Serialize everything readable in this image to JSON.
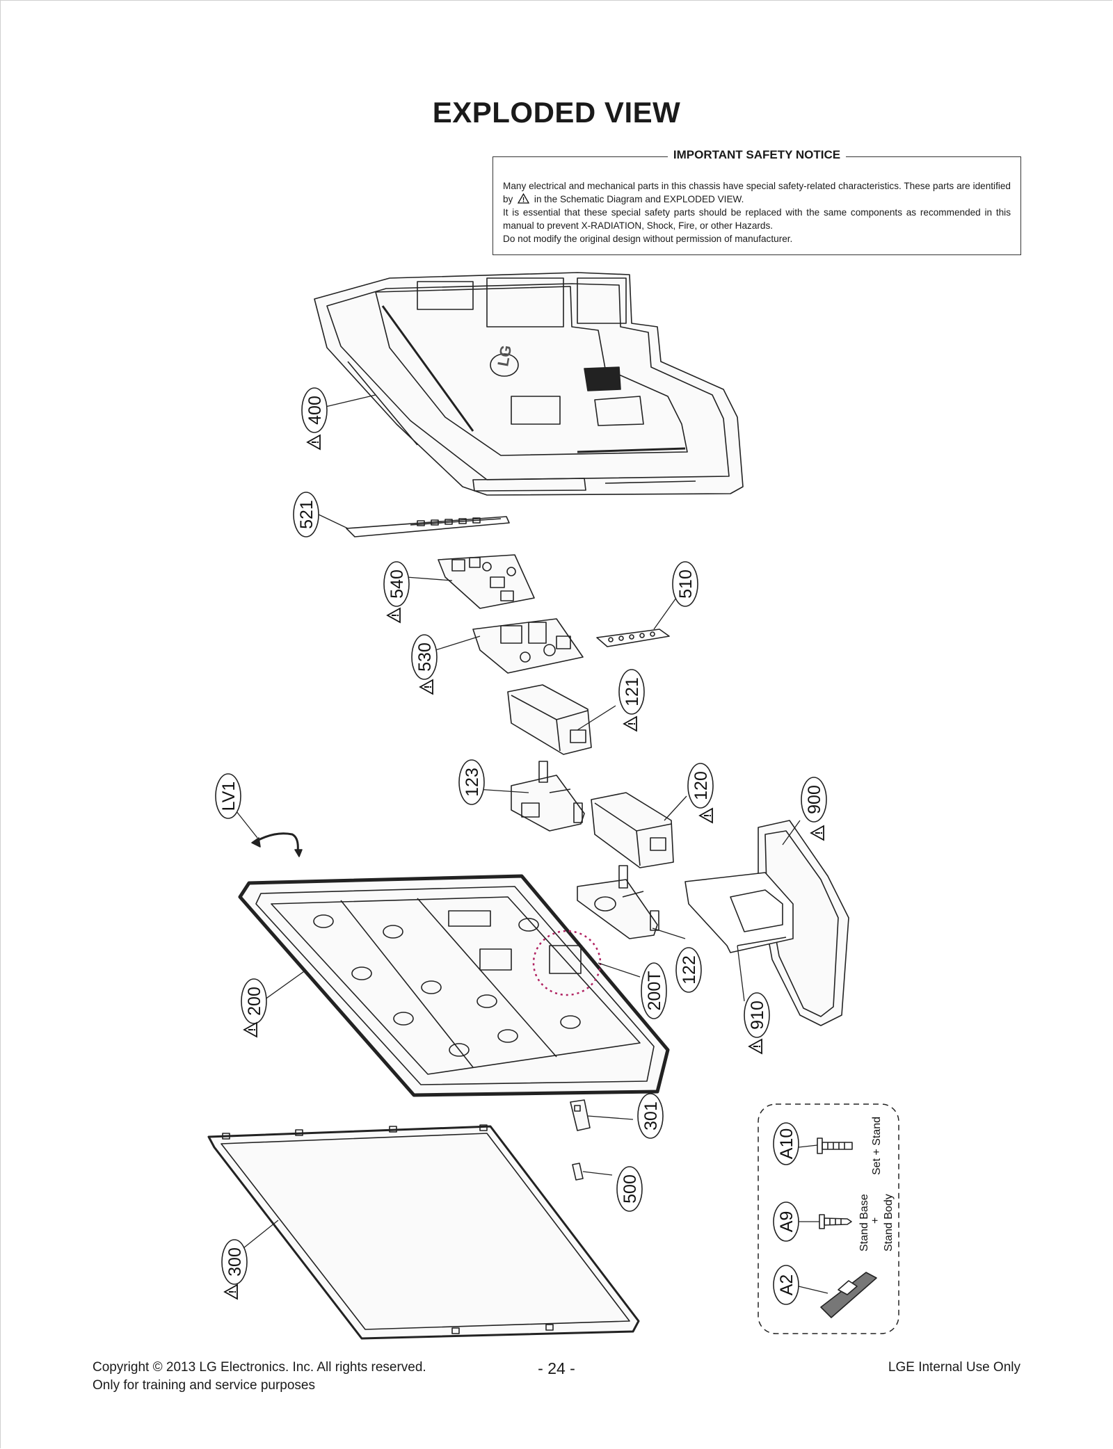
{
  "page": {
    "title": "EXPLODED VIEW",
    "page_number": "- 24 -"
  },
  "notice": {
    "title": "IMPORTANT SAFETY NOTICE",
    "line1": "Many electrical and mechanical parts in this chassis have special safety-related characteristics. These parts are identified by",
    "line1_tail": "in the Schematic Diagram and EXPLODED VIEW.",
    "line2": "It is essential that these special safety parts should be replaced with the same components as recommended in this manual to prevent X-RADIATION, Shock, Fire, or other Hazards.",
    "line3": "Do not modify the original design without permission of manufacturer."
  },
  "parts": {
    "p400": "400",
    "p521": "521",
    "p540": "540",
    "p510": "510",
    "p530": "530",
    "p121": "121",
    "p123": "123",
    "p120": "120",
    "pLV1": "LV1",
    "p900": "900",
    "p200": "200",
    "p200T": "200T",
    "p122": "122",
    "p910": "910",
    "p301": "301",
    "p500": "500",
    "p300": "300",
    "pA10": "A10",
    "pA9": "A9",
    "pA2": "A2"
  },
  "warning_symbol": "!",
  "brand_logo": "LG",
  "screw_labels": {
    "set_stand": "Set + Stand",
    "stand_base": "Stand Base",
    "plus": "+",
    "stand_body": "Stand Body"
  },
  "footer": {
    "copyright": "Copyright  © 2013 LG Electronics. Inc. All rights reserved.",
    "purpose": "Only for training and service purposes",
    "internal": "LGE Internal Use Only"
  }
}
